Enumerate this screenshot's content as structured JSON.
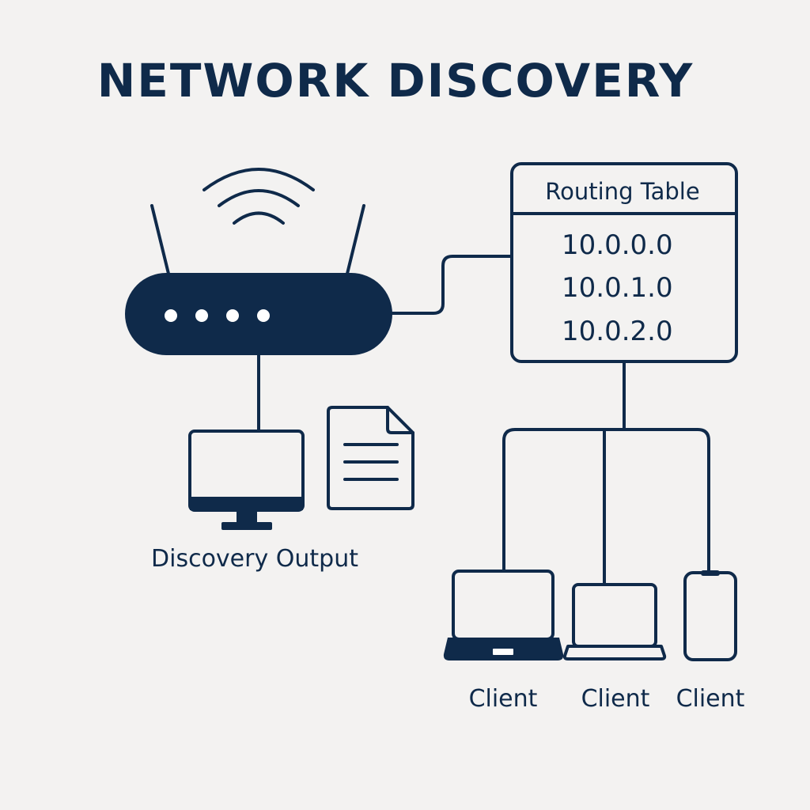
{
  "title": "NETWORK DISCOVERY",
  "routing_table": {
    "header": "Routing Table",
    "routes": [
      "10.0.0.0",
      "10.0.1.0",
      "10.0.2.0"
    ]
  },
  "discovery_output": {
    "label": "Discovery Output"
  },
  "clients": [
    {
      "label": "Client",
      "device_icon": "laptop-icon"
    },
    {
      "label": "Client",
      "device_icon": "laptop-outline-icon"
    },
    {
      "label": "Client",
      "device_icon": "smartphone-icon"
    }
  ],
  "colors": {
    "primary": "#0f2a4a",
    "background": "#f3f2f1",
    "white": "#ffffff"
  }
}
